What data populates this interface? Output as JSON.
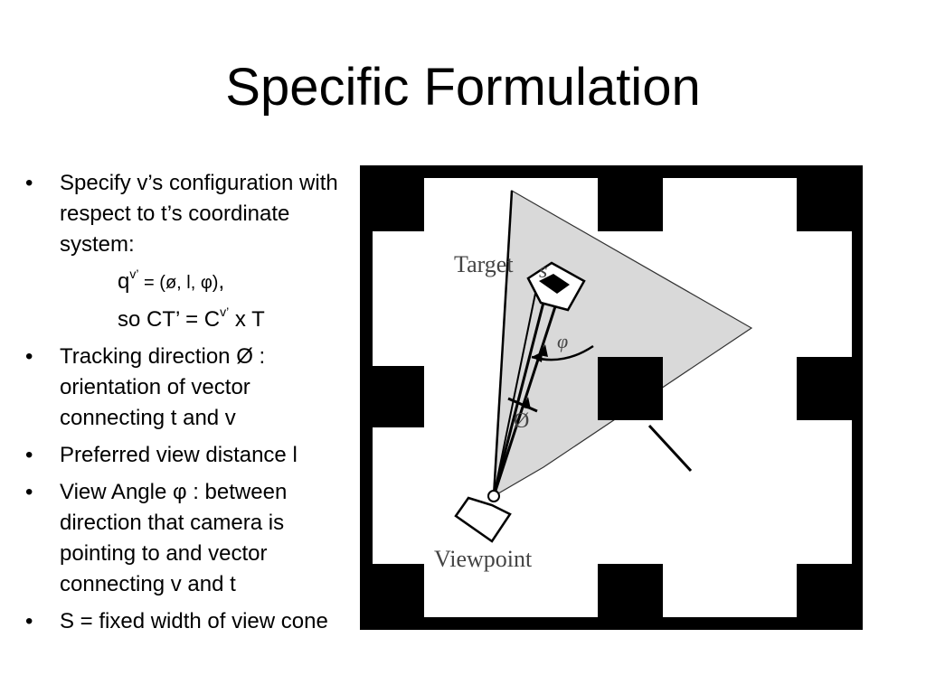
{
  "slide": {
    "title": "Specific Formulation"
  },
  "bullets": [
    {
      "marker": "•",
      "text": "Specify v’s configuration with respect to t’s coordinate system:"
    },
    {
      "marker": "•",
      "text": "Tracking direction Ø : orientation of vector connecting t and v"
    },
    {
      "marker": "•",
      "text": "Preferred view distance l"
    },
    {
      "marker": "•",
      "text": "View Angle φ : between direction that camera is pointing to and vector connecting v and t"
    },
    {
      "marker": "•",
      "text": "S = fixed width of view cone"
    }
  ],
  "equations": {
    "eq1": {
      "lhs": "q",
      "sup": "v’",
      "rhs": " = (ø, l, φ),",
      "rhs_small": " = (ø, l, φ)",
      "comma": ","
    },
    "eq2": {
      "lhs": "so CT’ = C",
      "sup": "v’",
      "rhs": " x T"
    }
  },
  "figure": {
    "labels": {
      "target": "Target",
      "s": "s",
      "phi": "φ",
      "tracking": "Ø",
      "viewpoint": "Viewpoint"
    },
    "colors": {
      "frame": "#000000",
      "background": "#ffffff",
      "cone": "#d9d9d9",
      "label": "#444444"
    }
  }
}
